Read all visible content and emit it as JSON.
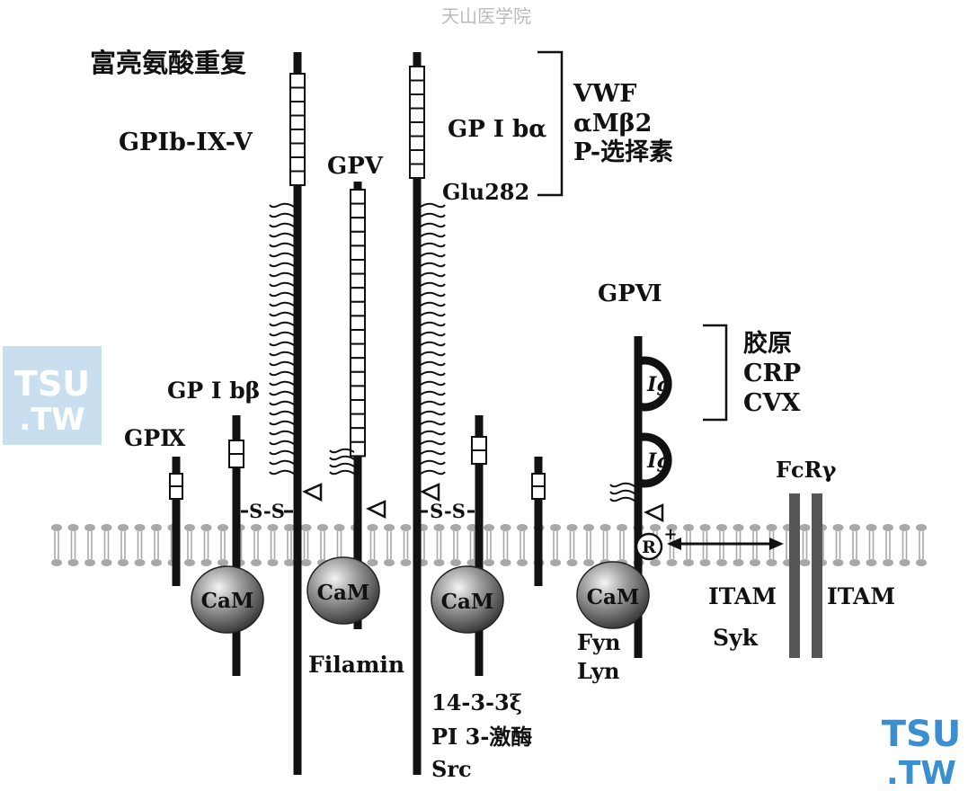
{
  "watermark": {
    "text": "天山医学院"
  },
  "logos": [
    {
      "line1": "TSU",
      "line2": ".TW",
      "box_color": "#c9dff0",
      "text_color": "#ffffff"
    },
    {
      "line1": "TSU",
      "line2": ".TW",
      "text_color": "#3a8fd0"
    }
  ],
  "labels": {
    "lrr": "富亮氨酸重复",
    "gpib_ix_v": "GPIb-IX-V",
    "gpv": "GPV",
    "gpib_alpha": "GP Ⅰ bα",
    "ligands_ib": [
      "VWF",
      "αMβ2",
      "P-选择素"
    ],
    "glu282": "Glu282",
    "gpvi": "GPⅥ",
    "ligands_vi": [
      "胶原",
      "CRP",
      "CVX"
    ],
    "ig": "Ig",
    "gpib_beta": "GP Ⅰ bβ",
    "gpix": "GPⅨ",
    "ss": "S-S",
    "fcr": "FcRγ",
    "itam": "ITAM",
    "syk": "Syk",
    "r": "R",
    "plus": "+",
    "cam": "CaM",
    "filamin": "Filamin",
    "fyn": "Fyn",
    "lyn": "Lyn",
    "binding_partners": [
      "14-3-3ξ",
      "PI 3-激酶",
      "Src"
    ]
  },
  "colors": {
    "stem": "#111111",
    "membrane_head": "#a8a8a8",
    "cam_fill": "#8a8a8a",
    "fcr_bar": "#555555"
  }
}
